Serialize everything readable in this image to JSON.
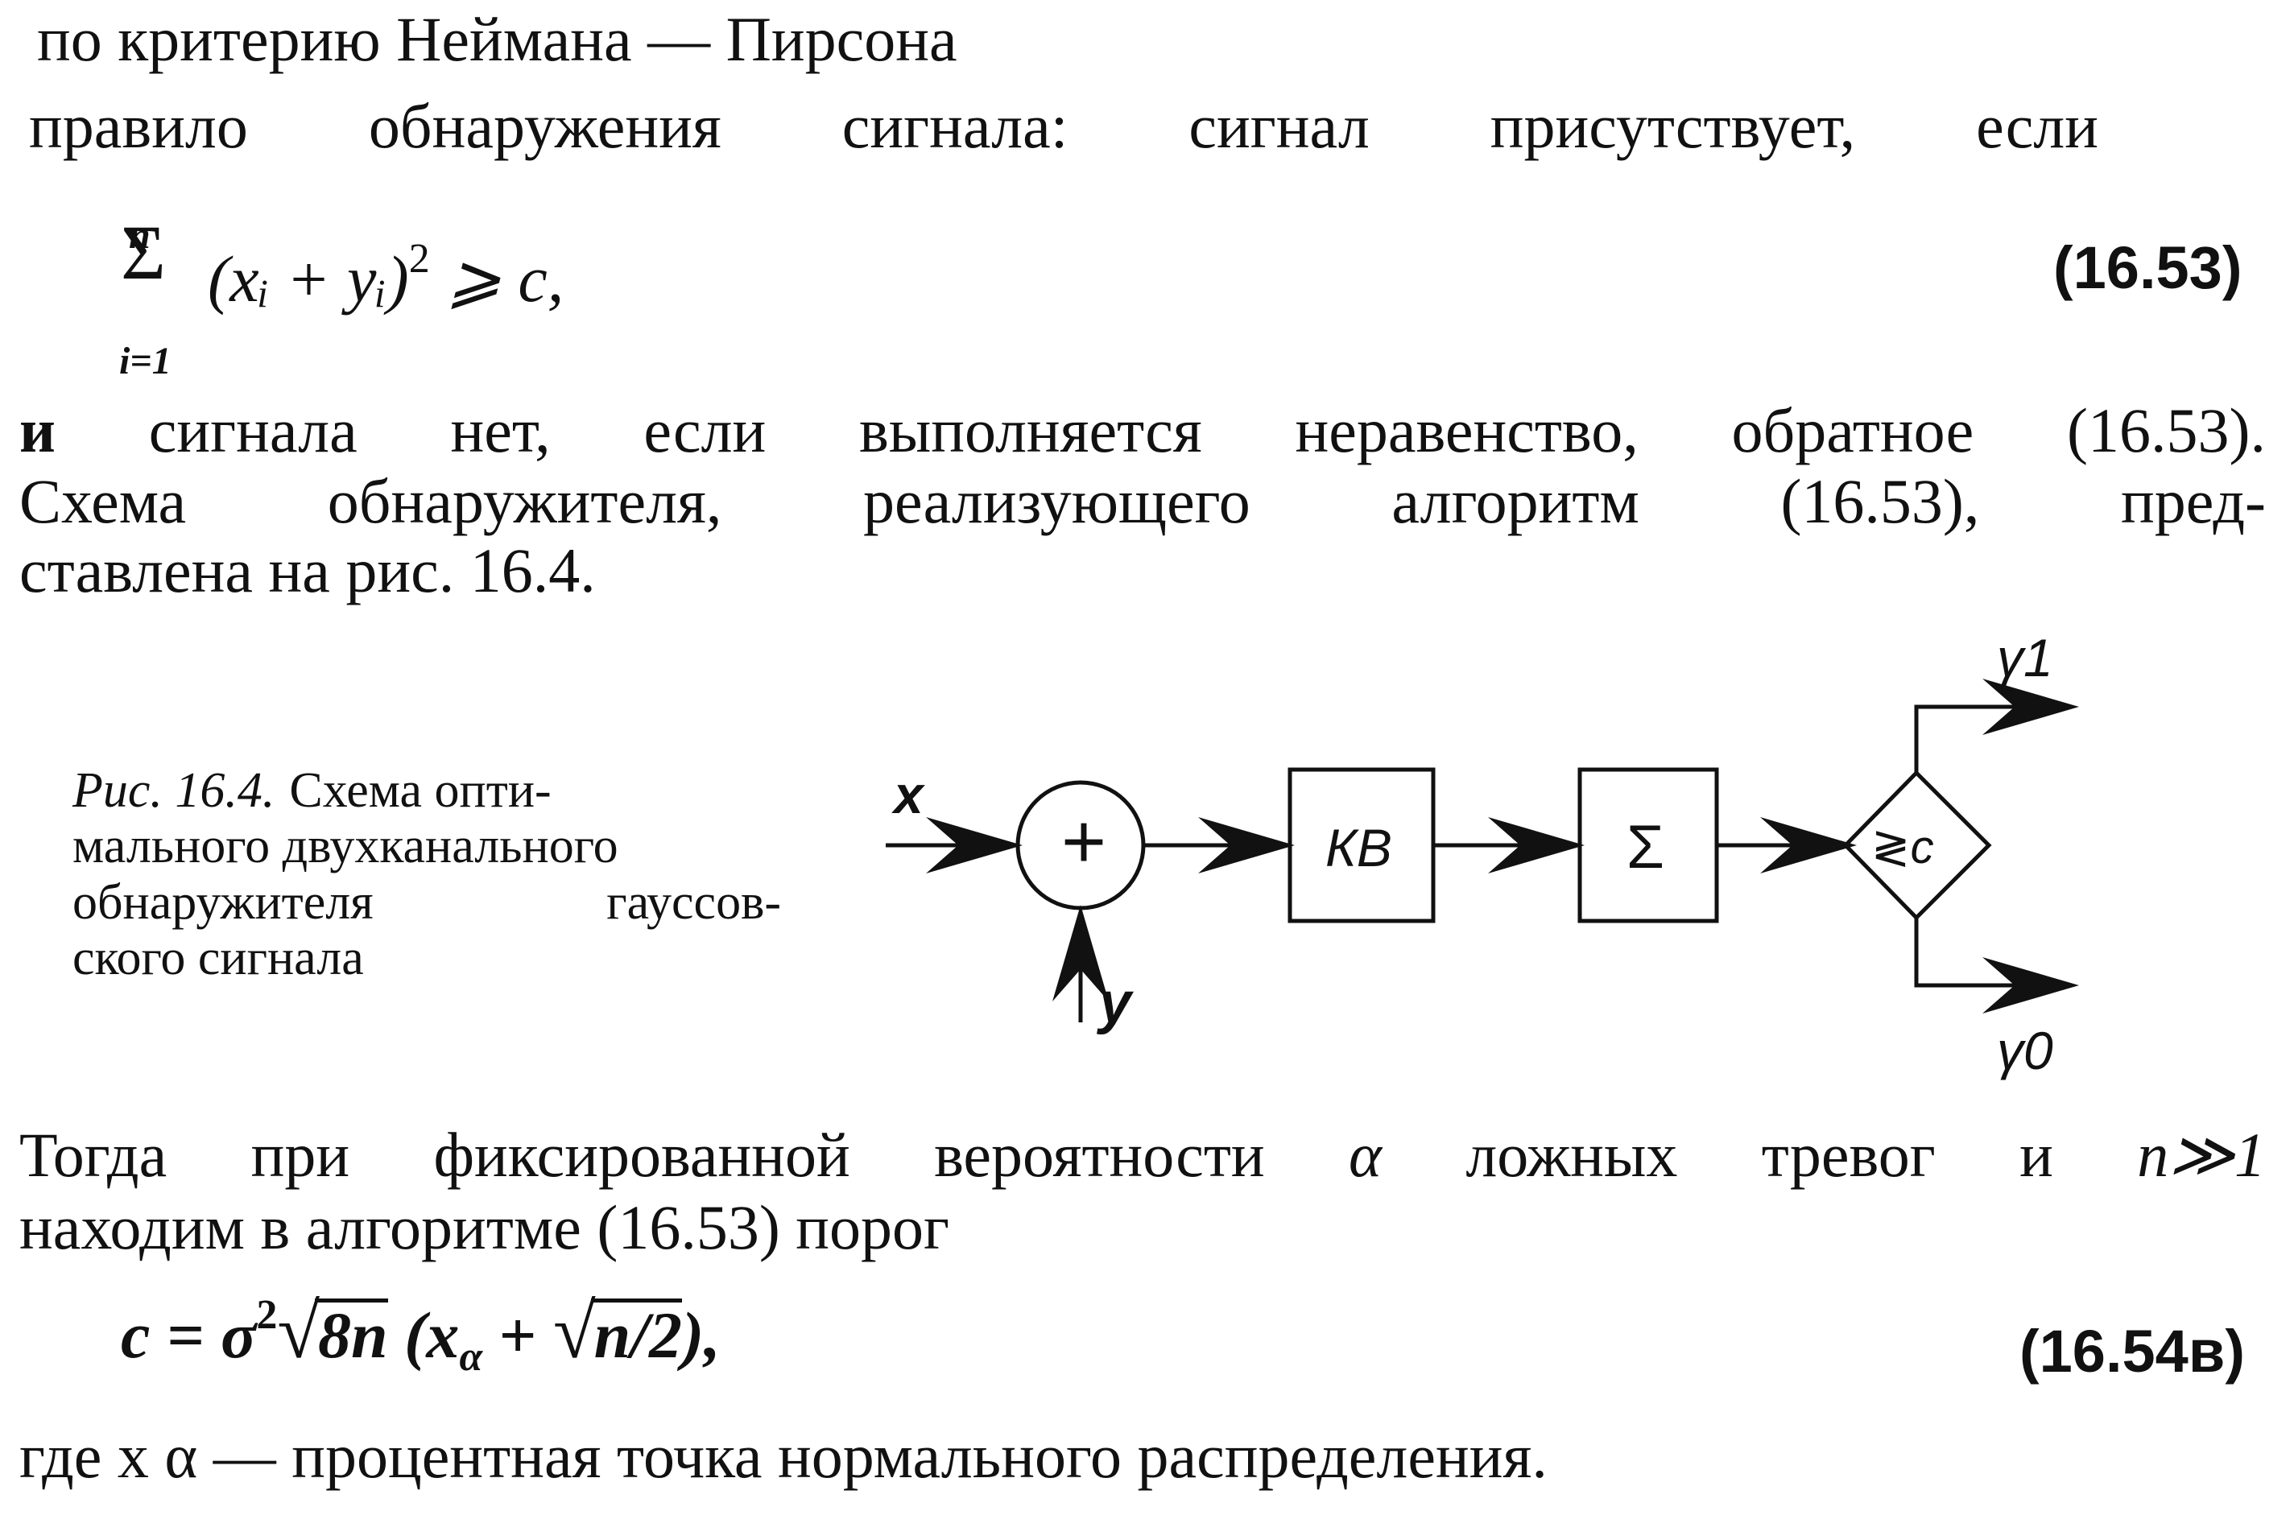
{
  "text": {
    "line1": "по критерию Неймана — Пирсона",
    "line2": "правило обнаружения сигнала: сигнал присутствует, если",
    "line3": "и сигнала нет, если выполняется неравенство, обратное (16.53).",
    "line4": "Схема обнаружителя, реализующего алгоритм (16.53), пред-",
    "line5": "ставлена на рис. 16.4.",
    "line6": "Тогда при фиксированной вероятности α ложных тревог и n≫1",
    "line7": "находим в алгоритме (16.53) порог",
    "line8": "где x α — процентная точка нормального распределения."
  },
  "eq1": {
    "upper": "n",
    "lower": "i=1",
    "sigma": "Σ",
    "body": "(xᵢ + yᵢ)",
    "power": "2",
    "rel": "⩾ c,",
    "number": "(16.53)"
  },
  "eq2": {
    "lhs": "c = σ",
    "power": "2",
    "rad1": "8n",
    "mid": "(x",
    "sub": "α",
    "plus": " + ",
    "rad2": "n/2",
    "end": "),",
    "number": "(16.54в)"
  },
  "caption": {
    "label": "Рис. 16.4.",
    "l1": "Схема опти-",
    "l2": "мального двухканального",
    "l3a": "обнаружителя",
    "l3b": "гауссов-",
    "l4": "ского сигнала"
  },
  "diagram": {
    "input_x": "x",
    "input_y": "y",
    "adder": "+",
    "block_kv": "КВ",
    "block_sum": "Σ",
    "decision": "≷c",
    "out1": "γ1",
    "out0": "γ0"
  }
}
